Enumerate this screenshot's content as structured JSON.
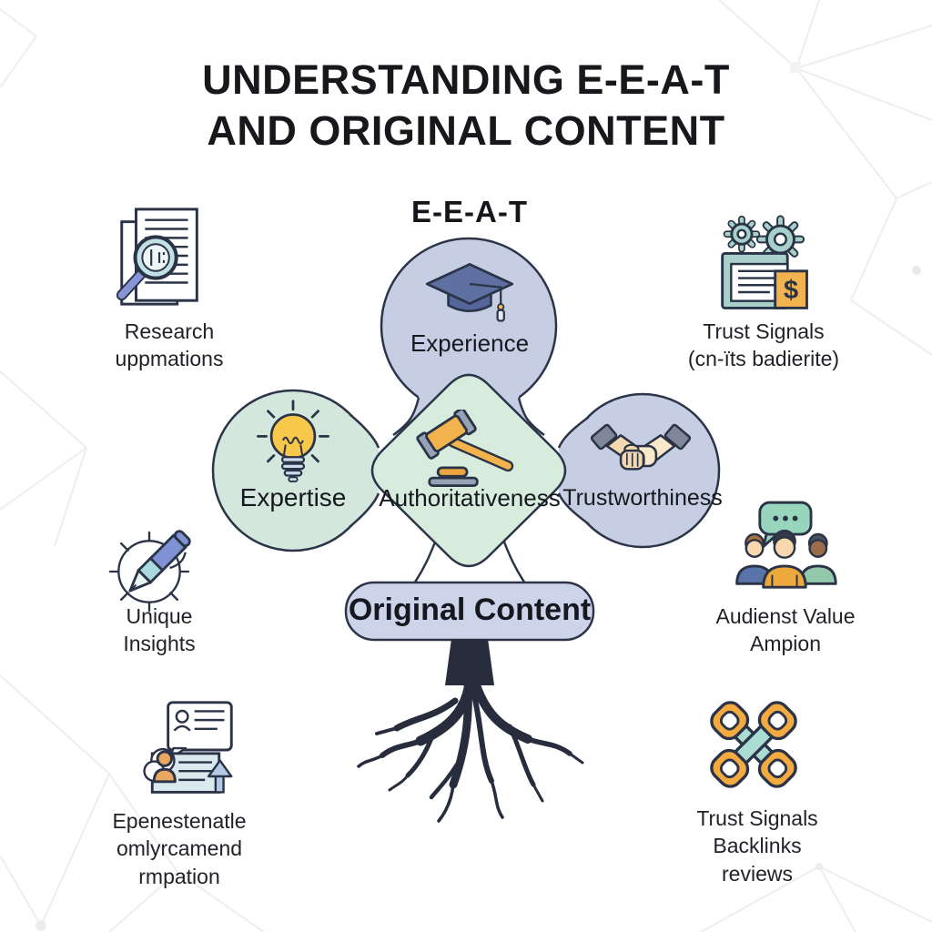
{
  "title": {
    "line1": "UNDERSTANDING E-E-A-T",
    "line2": "AND ORIGINAL CONTENT"
  },
  "cluster": {
    "heading": "E-E-A-T",
    "nodes": [
      {
        "id": "experience",
        "label": "Experience",
        "icon": "graduation-cap-icon",
        "shape": "circle",
        "color": "#c6cee4"
      },
      {
        "id": "expertise",
        "label": "Expertise",
        "icon": "lightbulb-icon",
        "shape": "circle",
        "color": "#d3e7dc"
      },
      {
        "id": "authoritativeness",
        "label": "Authoritativeness",
        "icon": "gavel-icon",
        "shape": "diamond",
        "color": "#d8ecdd"
      },
      {
        "id": "trustworthiness",
        "label": "Trustworthiness",
        "icon": "handshake-icon",
        "shape": "circle",
        "color": "#c6cee4"
      }
    ],
    "output_label": "Original Content"
  },
  "side_items": {
    "left": [
      {
        "icon": "magnifier-document-icon",
        "label_lines": [
          "Research",
          "uppmations"
        ]
      },
      {
        "icon": "pen-compass-icon",
        "label_lines": [
          "Unique",
          "Insights"
        ]
      },
      {
        "icon": "credential-card-icon",
        "label_lines": [
          "Epenestenatle",
          "omlyrcamend",
          "rmpation"
        ]
      }
    ],
    "right": [
      {
        "icon": "gears-dollar-icon",
        "badge_glyph": "$",
        "label_lines": [
          "Trust Signals",
          "(cn-ïts badierite)"
        ]
      },
      {
        "icon": "audience-chat-icon",
        "label_lines": [
          "Audienst Value",
          "Ampion"
        ]
      },
      {
        "icon": "backlinks-chain-icon",
        "label_lines": [
          "Trust Signals",
          "Backlinks",
          "reviews"
        ]
      }
    ]
  },
  "colors": {
    "lavender": "#c6cee4",
    "green_circle": "#d3e7dc",
    "green_diamond": "#d8ecdd",
    "pill": "#ccd4e9",
    "outline": "#2c3447",
    "roots": "#272d3d",
    "bulb_yellow": "#f7c84a",
    "gavel_orange": "#f2b24c",
    "chain_orange": "#f2aa41",
    "teal": "#a8d4cd",
    "bubble_green": "#97d6bd"
  }
}
